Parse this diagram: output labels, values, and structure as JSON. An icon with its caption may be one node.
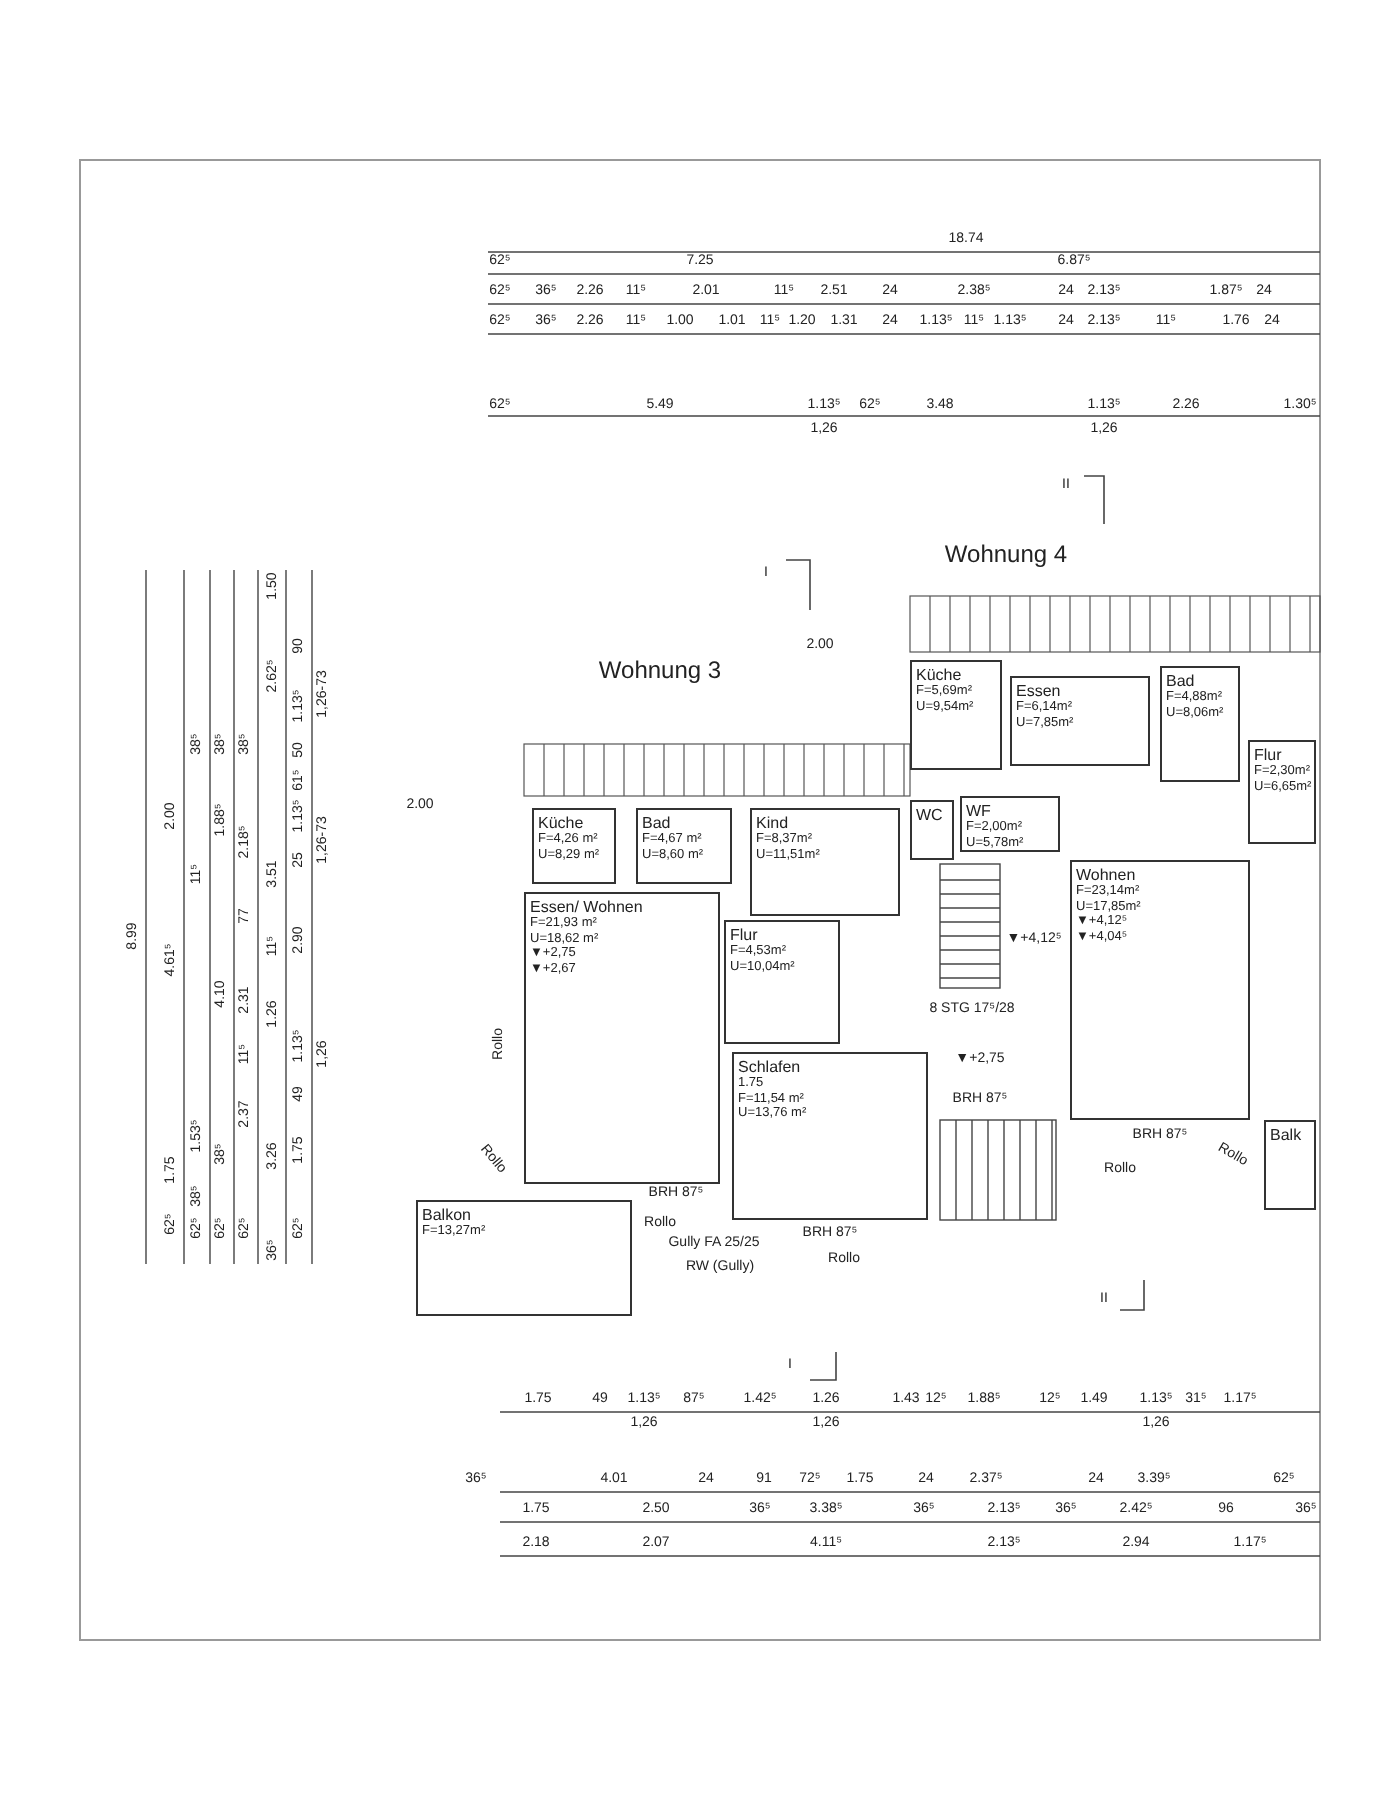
{
  "diagram": {
    "nodes": [
      {
        "text": [
          "Küche",
          "F=4,26 m²",
          "U=8,29 m²"
        ]
      },
      {
        "text": [
          "Bad",
          "F=4,67 m²",
          "U=8,60 m²"
        ]
      },
      {
        "text": [
          "Kind",
          "F=8,37m²",
          "U=11,51m²"
        ]
      },
      {
        "text": [
          "Flur",
          "F=4,53m²",
          "U=10,04m²"
        ]
      },
      {
        "text": [
          "Essen/ Wohnen",
          "F=21,93 m²",
          "U=18,62 m²",
          "▼+2,75",
          "▼+2,67"
        ]
      },
      {
        "text": [
          "Schlafen",
          "1.75",
          "F=11,54 m²",
          "U=13,76 m²"
        ]
      },
      {
        "text": [
          "Balkon",
          "F=13,27m²"
        ]
      },
      {
        "text": [
          "Küche",
          "F=5,69m²",
          "U=9,54m²"
        ]
      },
      {
        "text": [
          "Essen",
          "F=6,14m²",
          "U=7,85m²"
        ]
      },
      {
        "text": [
          "Bad",
          "F=4,88m²",
          "U=8,06m²"
        ]
      },
      {
        "text": [
          "Flur",
          "F=2,30m²",
          "U=6,65m²"
        ]
      },
      {
        "text": [
          "WC"
        ]
      },
      {
        "text": [
          "WF",
          "F=2,00m²",
          "U=5,78m²"
        ]
      },
      {
        "text": [
          "Wohnen",
          "F=23,14m²",
          "U=17,85m²",
          "▼+4,12⁵",
          "▼+4,04⁵"
        ]
      },
      {
        "text": [
          "Balk"
        ]
      }
    ],
    "labels": [
      "18.74",
      "62⁵",
      "7.25",
      "6.87⁵",
      "62⁵",
      "36⁵",
      "2.26",
      "11⁵",
      "2.01",
      "11⁵",
      "2.51",
      "24",
      "2.38⁵",
      "24",
      "2.13⁵",
      "1.87⁵",
      "24",
      "62⁵",
      "36⁵",
      "2.26",
      "11⁵",
      "1.00",
      "1.01",
      "11⁵",
      "1.20",
      "1.31",
      "24",
      "1.13⁵",
      "11⁵",
      "1.13⁵",
      "24",
      "2.13⁵",
      "11⁵",
      "1.76",
      "24",
      "62⁵",
      "5.49",
      "1.13⁵",
      "62⁵",
      "3.48",
      "1.13⁵",
      "2.26",
      "1.30⁵",
      "1,26",
      "1,26",
      "II",
      "Wohnung 4",
      "I",
      "2.00",
      "Wohnung 3",
      "2.00",
      "8.99",
      "2.00",
      "4.61⁵",
      "1.75",
      "62⁵",
      "38⁵",
      "11⁵",
      "1.53⁵",
      "38⁵",
      "62⁵",
      "38⁵",
      "1.88⁵",
      "4.10",
      "38⁵",
      "62⁵",
      "38⁵",
      "2.18⁵",
      "77",
      "2.31",
      "11⁵",
      "2.37",
      "62⁵",
      "1.50",
      "2.62⁵",
      "3.51",
      "11⁵",
      "1.26",
      "3.26",
      "36⁵",
      "90",
      "1.13⁵",
      "50",
      "61⁵",
      "1.13⁵",
      "25",
      "2.90",
      "1.13⁵",
      "49",
      "1.75",
      "62⁵",
      "1,26-73",
      "1,26-73",
      "1,26",
      "▼+4,12⁵",
      "8 STG 17⁵/28",
      "▼+2,75",
      "BRH 87⁵",
      "BRH 87⁵",
      "BRH 87⁵",
      "BRH 87⁵",
      "Rollo",
      "Rollo",
      "Rollo",
      "Gully FA 25/25",
      "RW (Gully)",
      "Rollo",
      "Rollo",
      "Rollo",
      "II",
      "I",
      "1.75",
      "49",
      "1.13⁵",
      "87⁵",
      "1.42⁵",
      "1.26",
      "1.43",
      "12⁵",
      "1.88⁵",
      "12⁵",
      "1.49",
      "1.13⁵",
      "31⁵",
      "1.17⁵",
      "1,26",
      "1,26",
      "1,26",
      "36⁵",
      "4.01",
      "24",
      "91",
      "72⁵",
      "1.75",
      "24",
      "2.37⁵",
      "24",
      "3.39⁵",
      "62⁵",
      "1.75",
      "2.50",
      "36⁵",
      "3.38⁵",
      "36⁵",
      "2.13⁵",
      "36⁵",
      "2.42⁵",
      "96",
      "36⁵",
      "2.18",
      "2.07",
      "4.11⁵",
      "2.13⁵",
      "2.94",
      "1.17⁵"
    ]
  }
}
